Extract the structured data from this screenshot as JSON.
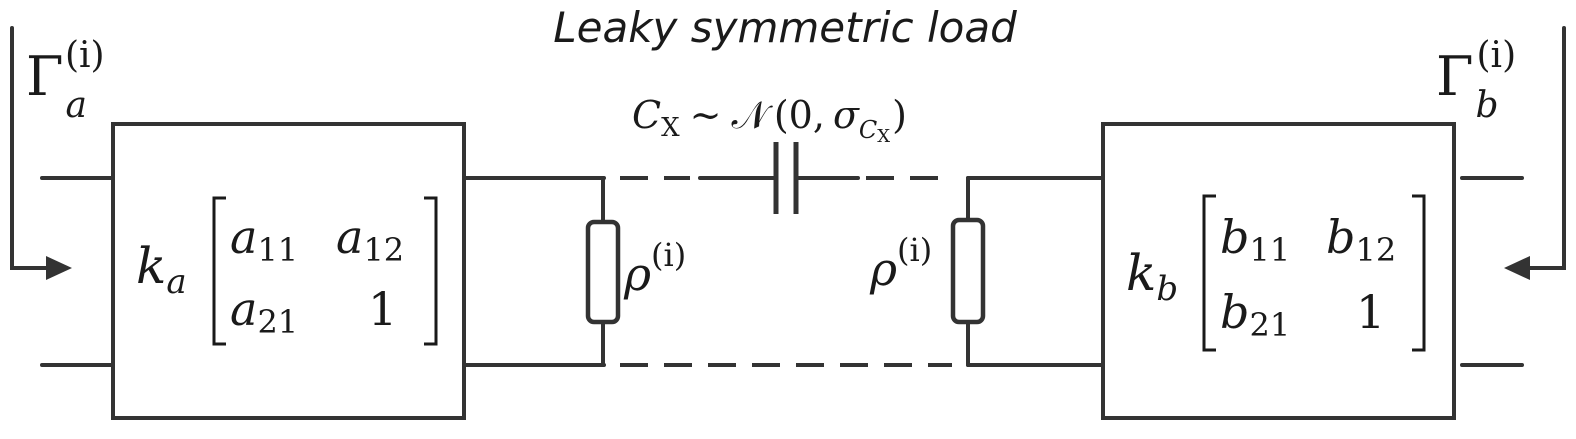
{
  "title": "Leaky symmetric load",
  "gamma_a": {
    "symbol": "Γ",
    "sub": "a",
    "sup": "(i)"
  },
  "gamma_b": {
    "symbol": "Γ",
    "sub": "b",
    "sup": "(i)"
  },
  "block_a": {
    "gain_symbol": "k",
    "gain_sub": "a",
    "matrix": {
      "m11_sym": "a",
      "m11_sub": "11",
      "m12_sym": "a",
      "m12_sub": "12",
      "m21_sym": "a",
      "m21_sub": "21",
      "m22": "1"
    }
  },
  "block_b": {
    "gain_symbol": "k",
    "gain_sub": "b",
    "matrix": {
      "m11_sym": "b",
      "m11_sub": "11",
      "m12_sym": "b",
      "m12_sub": "12",
      "m21_sym": "b",
      "m21_sub": "21",
      "m22": "1"
    }
  },
  "capacitor": {
    "name": "C",
    "sub": "X",
    "relation": "∼",
    "dist": "𝒩",
    "open": "(0,",
    "sigma": "σ",
    "sigma_sub": "C",
    "sigma_subsub": "X",
    "close": ")"
  },
  "resistor_left": {
    "symbol": "ρ",
    "sup": "(i)"
  },
  "resistor_right": {
    "symbol": "ρ",
    "sup": "(i)"
  }
}
